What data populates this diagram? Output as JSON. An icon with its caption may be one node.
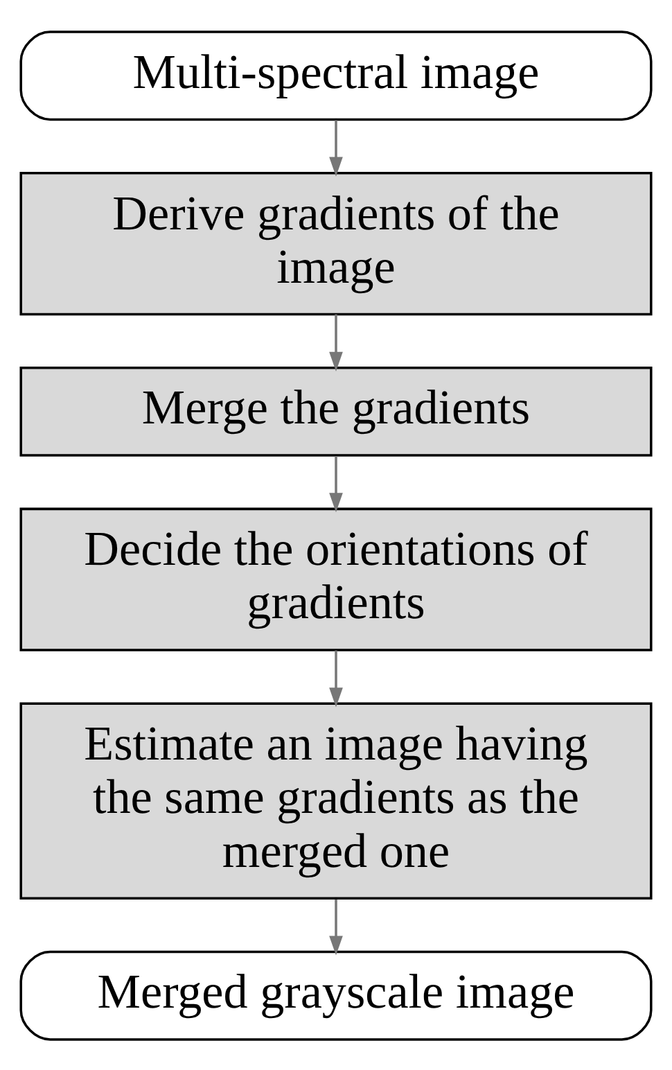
{
  "diagram": {
    "nodes": [
      {
        "text": [
          "Multi-spectral image"
        ]
      },
      {
        "text": [
          "Derive gradients of the image"
        ]
      },
      {
        "text": [
          "Merge the gradients"
        ]
      },
      {
        "text": [
          "Decide the orientations of gradients"
        ]
      },
      {
        "text": [
          "Estimate an image having the same gradients as the merged one"
        ]
      },
      {
        "text": [
          "Merged grayscale image"
        ]
      }
    ],
    "edges": [
      {
        "from": 0,
        "to": 1,
        "arrow": "to"
      },
      {
        "from": 1,
        "to": 2,
        "arrow": "to"
      },
      {
        "from": 2,
        "to": 3,
        "arrow": "to"
      },
      {
        "from": 3,
        "to": 4,
        "arrow": "to"
      },
      {
        "from": 4,
        "to": 5,
        "arrow": "to"
      }
    ]
  }
}
